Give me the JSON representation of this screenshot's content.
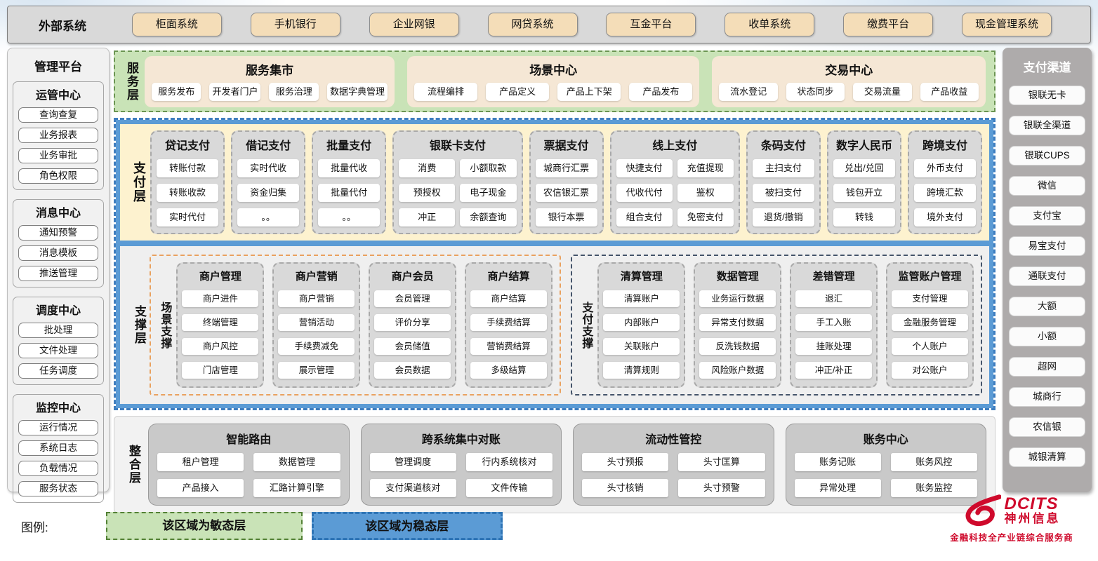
{
  "external_systems": {
    "label": "外部系统",
    "items": [
      "柜面系统",
      "手机银行",
      "企业网银",
      "网贷系统",
      "互金平台",
      "收单系统",
      "缴费平台",
      "现金管理系统"
    ]
  },
  "management_platform": {
    "title": "管理平台",
    "groups": [
      {
        "title": "运管中心",
        "items": [
          "查询查复",
          "业务报表",
          "业务审批",
          "角色权限"
        ]
      },
      {
        "title": "消息中心",
        "items": [
          "通知预警",
          "消息模板",
          "推送管理"
        ]
      },
      {
        "title": "调度中心",
        "items": [
          "批处理",
          "文件处理",
          "任务调度"
        ]
      },
      {
        "title": "监控中心",
        "items": [
          "运行情况",
          "系统日志",
          "负载情况",
          "服务状态"
        ]
      }
    ]
  },
  "service_layer": {
    "label": "服务层",
    "groups": [
      {
        "title": "服务集市",
        "items": [
          "服务发布",
          "开发者门户",
          "服务治理",
          "数据字典管理"
        ]
      },
      {
        "title": "场景中心",
        "items": [
          "流程编排",
          "产品定义",
          "产品上下架",
          "产品发布"
        ]
      },
      {
        "title": "交易中心",
        "items": [
          "流水登记",
          "状态同步",
          "交易流量",
          "产品收益"
        ]
      }
    ]
  },
  "payment_layer": {
    "label": "支付层",
    "columns": [
      {
        "title": "贷记支付",
        "rows": [
          [
            "转账付款"
          ],
          [
            "转账收款"
          ],
          [
            "实时代付"
          ]
        ]
      },
      {
        "title": "借记支付",
        "rows": [
          [
            "实时代收"
          ],
          [
            "资金归集"
          ],
          [
            "。。"
          ]
        ]
      },
      {
        "title": "批量支付",
        "rows": [
          [
            "批量代收"
          ],
          [
            "批量代付"
          ],
          [
            "。。"
          ]
        ]
      },
      {
        "title": "银联卡支付",
        "rows": [
          [
            "消费",
            "小额取款"
          ],
          [
            "预授权",
            "电子现金"
          ],
          [
            "冲正",
            "余额查询"
          ]
        ]
      },
      {
        "title": "票据支付",
        "rows": [
          [
            "城商行汇票"
          ],
          [
            "农信银汇票"
          ],
          [
            "银行本票"
          ]
        ]
      },
      {
        "title": "线上支付",
        "rows": [
          [
            "快捷支付",
            "充值提现"
          ],
          [
            "代收代付",
            "鉴权"
          ],
          [
            "组合支付",
            "免密支付"
          ]
        ]
      },
      {
        "title": "条码支付",
        "rows": [
          [
            "主扫支付"
          ],
          [
            "被扫支付"
          ],
          [
            "退货/撤销"
          ]
        ]
      },
      {
        "title": "数字人民币",
        "rows": [
          [
            "兑出/兑回"
          ],
          [
            "钱包开立"
          ],
          [
            "转钱"
          ]
        ]
      },
      {
        "title": "跨境支付",
        "rows": [
          [
            "外币支付"
          ],
          [
            "跨境汇款"
          ],
          [
            "境外支付"
          ]
        ]
      }
    ]
  },
  "support_layer": {
    "label": "支撑层",
    "groups": [
      {
        "label": "场景支撑",
        "columns": [
          {
            "title": "商户管理",
            "items": [
              "商户进件",
              "终端管理",
              "商户风控",
              "门店管理"
            ]
          },
          {
            "title": "商户营销",
            "items": [
              "商户营销",
              "营销活动",
              "手续费减免",
              "展示管理"
            ]
          },
          {
            "title": "商户会员",
            "items": [
              "会员管理",
              "评价分享",
              "会员储值",
              "会员数据"
            ]
          },
          {
            "title": "商户结算",
            "items": [
              "商户结算",
              "手续费结算",
              "营销费结算",
              "多级结算"
            ]
          }
        ]
      },
      {
        "label": "支付支撑",
        "columns": [
          {
            "title": "清算管理",
            "items": [
              "清算账户",
              "内部账户",
              "关联账户",
              "清算规则"
            ]
          },
          {
            "title": "数据管理",
            "items": [
              "业务运行数据",
              "异常支付数据",
              "反洗钱数据",
              "风险账户数据"
            ]
          },
          {
            "title": "差错管理",
            "items": [
              "退汇",
              "手工入账",
              "挂账处理",
              "冲正/补正"
            ]
          },
          {
            "title": "监管账户管理",
            "items": [
              "支付管理",
              "金融服务管理",
              "个人账户",
              "对公账户"
            ]
          }
        ]
      }
    ]
  },
  "integration_layer": {
    "label": "整合层",
    "groups": [
      {
        "title": "智能路由",
        "items": [
          "租户管理",
          "数据管理",
          "产品接入",
          "汇路计算引擎"
        ]
      },
      {
        "title": "跨系统集中对账",
        "items": [
          "管理调度",
          "行内系统核对",
          "支付渠道核对",
          "文件传输"
        ]
      },
      {
        "title": "流动性管控",
        "items": [
          "头寸预报",
          "头寸匡算",
          "头寸核销",
          "头寸预警"
        ]
      },
      {
        "title": "账务中心",
        "items": [
          "账务记账",
          "账务风控",
          "异常处理",
          "账务监控"
        ]
      }
    ]
  },
  "payment_channels": {
    "title": "支付渠道",
    "items": [
      "银联无卡",
      "银联全渠道",
      "银联CUPS",
      "微信",
      "支付宝",
      "易宝支付",
      "通联支付",
      "大额",
      "小额",
      "超网",
      "城商行",
      "农信银",
      "城银清算"
    ]
  },
  "legend": {
    "label": "图例:",
    "agile": "该区域为敏态层",
    "stable": "该区域为稳态层"
  },
  "logo": {
    "brand": "DCITS",
    "name": "神州信息",
    "tagline": "金融科技全产业链综合服务商"
  },
  "colors": {
    "agile_green": "#c9e3b7",
    "green_border": "#538135",
    "stable_blue": "#5b9bd5",
    "blue_border": "#2e74b5",
    "cream": "#fdf2cf",
    "tan": "#f5e7d5",
    "panel_gray": "#d9d9d9",
    "orange": "#e9a15f",
    "slate": "#44546a",
    "brand_red": "#cf0a2c"
  }
}
